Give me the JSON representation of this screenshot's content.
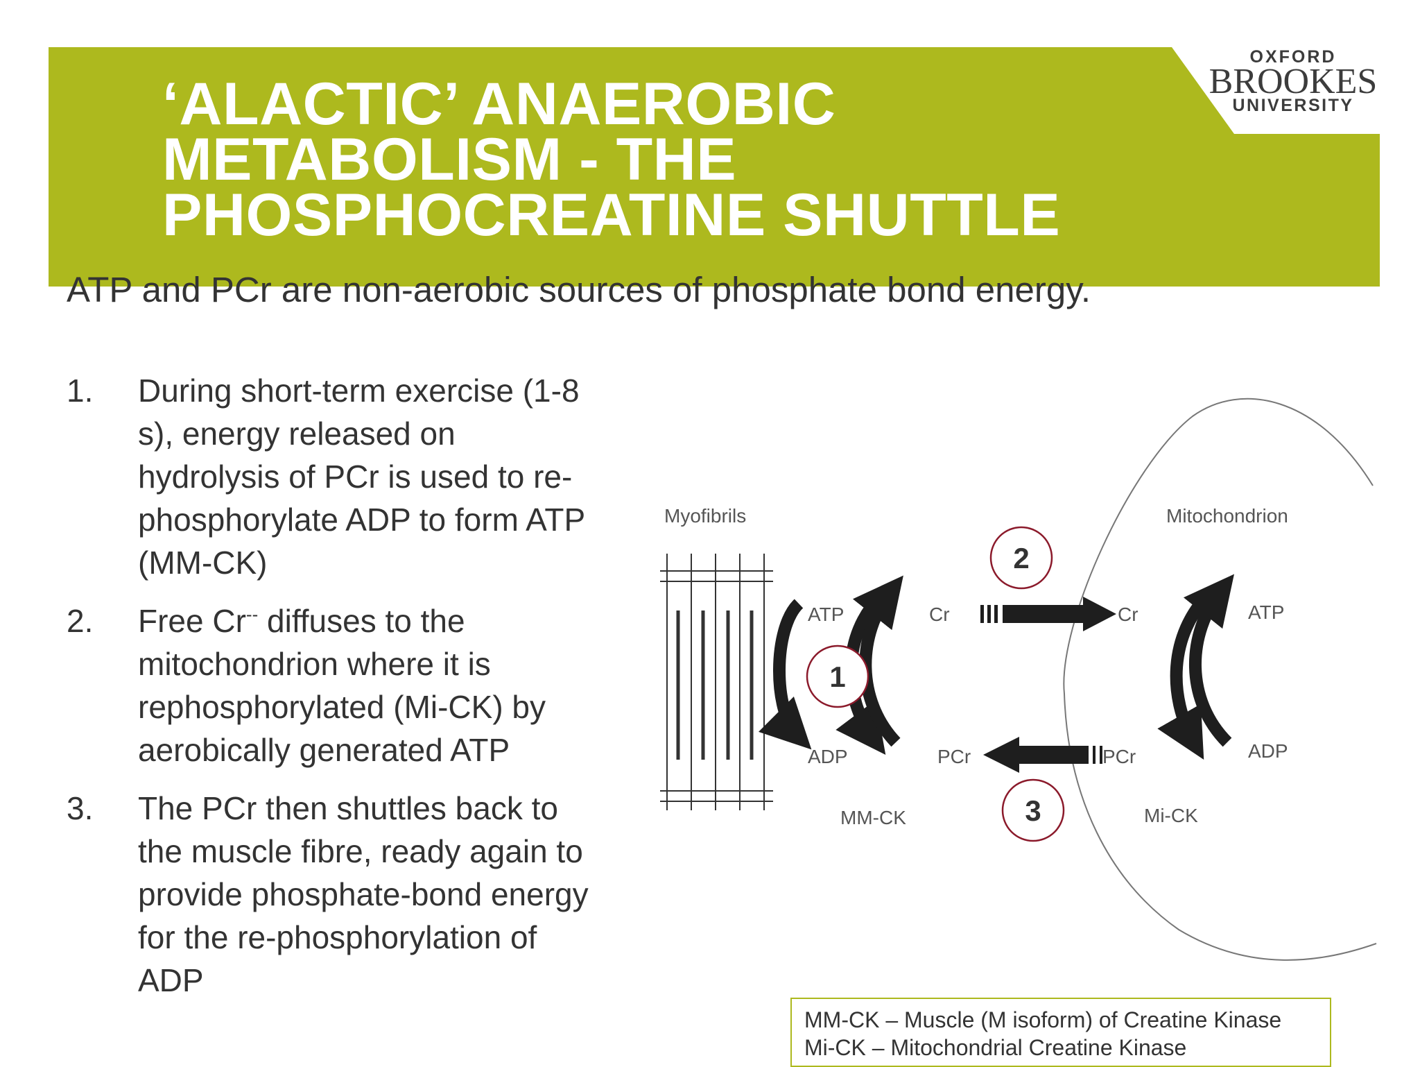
{
  "header": {
    "title_lines": [
      "‘ALACTIC’ ANAEROBIC",
      "METABOLISM - THE",
      "PHOSPHOCREATINE SHUTTLE"
    ],
    "band_color": "#adb91e"
  },
  "logo": {
    "line1": "OXFORD",
    "line2": "BROOKES",
    "line3": "UNIVERSITY"
  },
  "subtitle": "ATP and PCr are non-aerobic sources of phosphate bond energy.",
  "points": [
    {
      "num": "1.",
      "text": "During short-term exercise (1-8 s), energy released on hydrolysis of PCr is used to re-phosphorylate ADP to form ATP (MM-CK)"
    },
    {
      "num": "2.",
      "text_before": "Free Cr",
      "superscript": "--",
      "text_after": " diffuses to the mitochondrion where it is rephosphorylated (Mi-CK) by aerobically generated ATP"
    },
    {
      "num": "3.",
      "text": "The PCr then shuttles back to the muscle fibre, ready again to provide phosphate-bond energy for the re-phosphorylation of ADP"
    }
  ],
  "diagram": {
    "myofibrils_label": "Myofibrils",
    "mitochondrion_label": "Mitochondrion",
    "left_atp": "ATP",
    "left_adp": "ADP",
    "left_cr": "Cr",
    "left_pcr": "PCr",
    "mmck_label": "MM-CK",
    "right_cr": "Cr",
    "right_pcr": "PCr",
    "right_atp": "ATP",
    "right_adp": "ADP",
    "mick_label": "Mi-CK",
    "step1": "1",
    "step2": "2",
    "step3": "3",
    "step_circle_color": "#8b1a2b"
  },
  "legend": {
    "line1": "MM-CK – Muscle (M isoform) of Creatine Kinase",
    "line2": "Mi-CK – Mitochondrial Creatine Kinase"
  }
}
